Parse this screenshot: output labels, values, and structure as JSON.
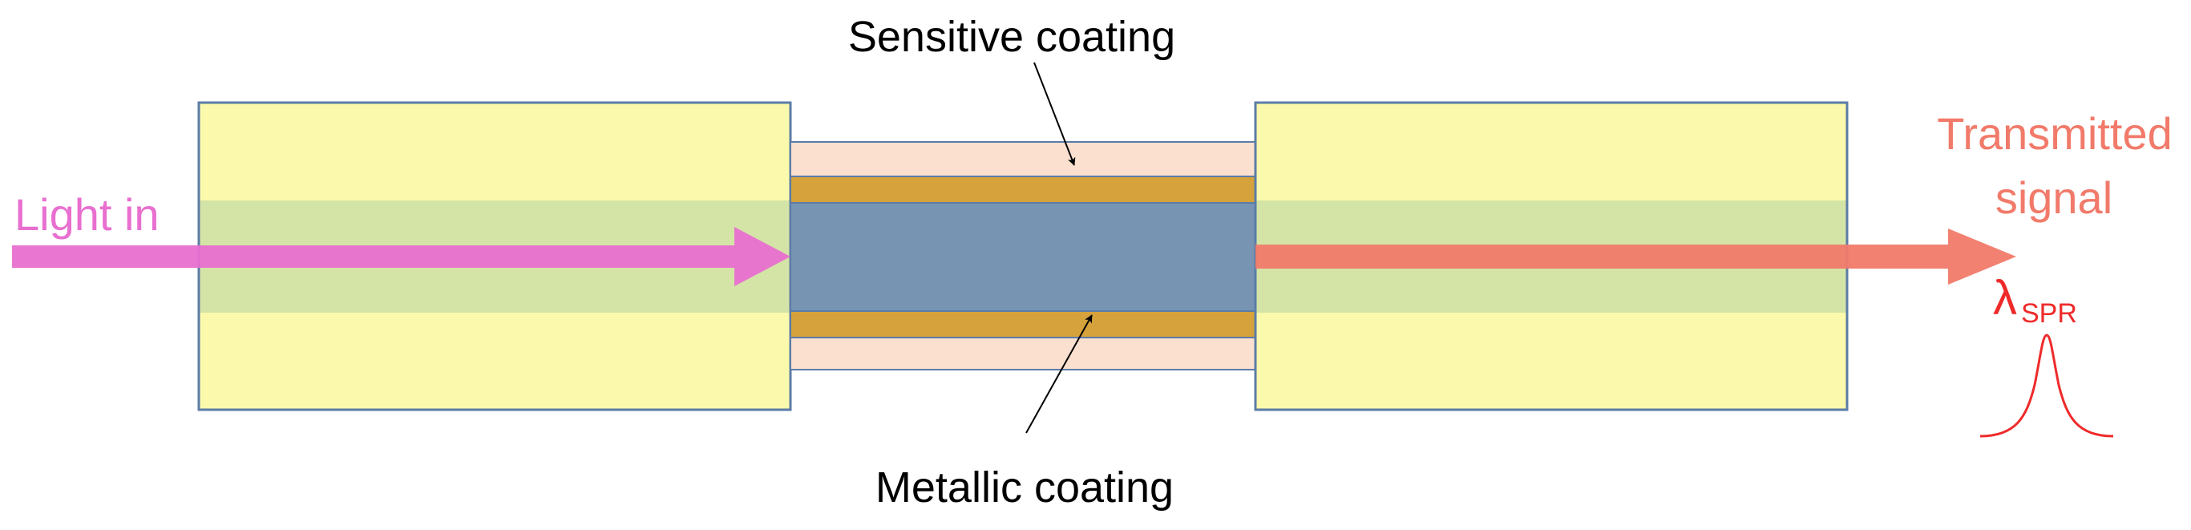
{
  "labels": {
    "light_in": "Light in",
    "sensitive_coating": "Sensitive coating",
    "metallic_coating": "Metallic coating",
    "transmitted_line1": "Transmitted",
    "transmitted_line2": "signal",
    "lambda_symbol": "λ",
    "lambda_subscript": "SPR"
  },
  "colors": {
    "fiber_cladding": "#fbf9ab",
    "fiber_core": "#d4e4a7",
    "fiber_border": "#5b7ca6",
    "sensing_core": "#7794b3",
    "metallic_layer": "#d6a23b",
    "sensitive_layer": "#fbe0d0",
    "light_in": "#e86fcf",
    "transmitted": "#f17a6a",
    "spectrum_peak": "#ef2a2a",
    "annotation": "#000000"
  },
  "icons": {
    "input_arrow": "right-arrow",
    "output_arrow": "right-arrow",
    "spr_spectrum": "resonance-peak-curve"
  }
}
